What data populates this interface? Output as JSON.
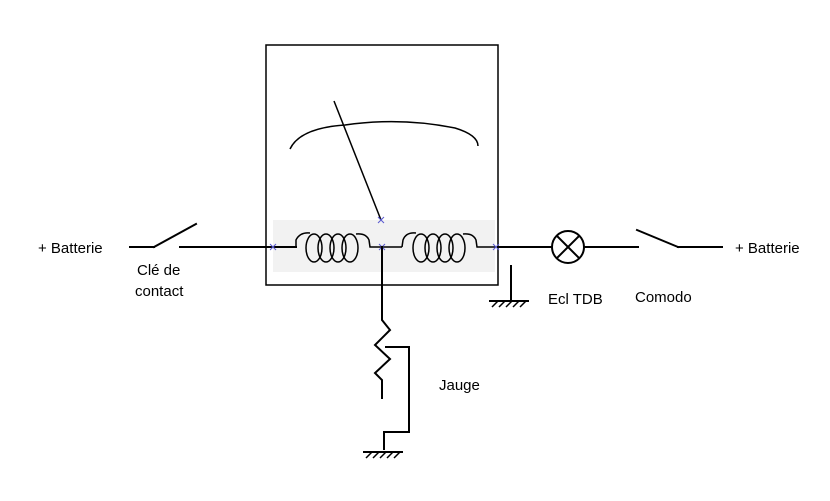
{
  "diagram": {
    "type": "electrical-schematic",
    "labels": {
      "battery_left": "+ Batterie",
      "ignition_switch_line1": "Clé de",
      "ignition_switch_line2": "contact",
      "dashboard_lamp": "Ecl TDB",
      "stalk_switch": "Comodo",
      "battery_right": "+ Batterie",
      "gauge_sender": "Jauge"
    },
    "components": [
      {
        "id": "battery-left",
        "kind": "supply"
      },
      {
        "id": "ignition-switch",
        "kind": "switch",
        "state": "open"
      },
      {
        "id": "gauge-meter",
        "kind": "dual-coil gauge with needle"
      },
      {
        "id": "coil-left",
        "kind": "inductor"
      },
      {
        "id": "coil-right",
        "kind": "inductor"
      },
      {
        "id": "ground-meter",
        "kind": "ground"
      },
      {
        "id": "dashboard-lamp",
        "kind": "lamp"
      },
      {
        "id": "stalk-switch",
        "kind": "switch",
        "state": "open"
      },
      {
        "id": "battery-right",
        "kind": "supply"
      },
      {
        "id": "gauge-sender",
        "kind": "variable resistor"
      },
      {
        "id": "ground-sender",
        "kind": "ground"
      }
    ],
    "colors": {
      "line": "#000000",
      "coil_panel": "#f2f2f2",
      "node_marker": "#5a5ad0"
    }
  }
}
